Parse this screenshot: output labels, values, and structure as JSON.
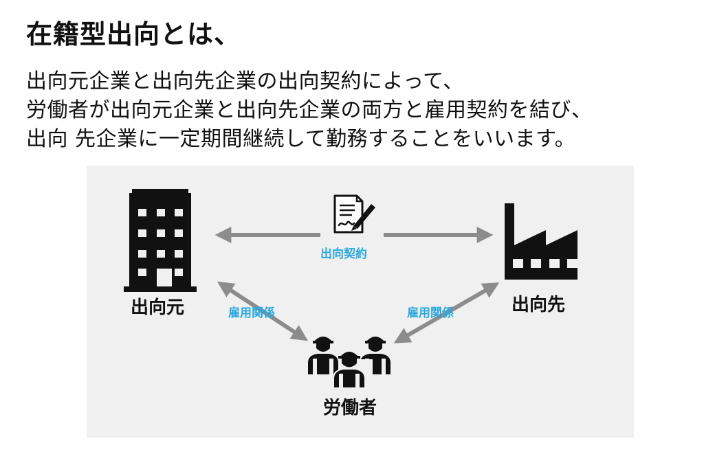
{
  "title": "在籍型出向とは、",
  "description": [
    "出向元企業と出向先企業の出向契約によって、",
    "労働者が出向元企業と出向先企業の両方と雇用契約を結び、",
    "出向 先企業に一定期間継続して勤務することをいいます。"
  ],
  "diagram": {
    "source_label": "出向元",
    "destination_label": "出向先",
    "worker_label": "労働者",
    "contract_label": "出向契約",
    "employment_label_left": "雇用関係",
    "employment_label_right": "雇用関係",
    "colors": {
      "panel_background": "#f0f0f0",
      "arrow": "#8c8c8c",
      "accent_text": "#29a8e0",
      "icon": "#111111"
    },
    "icons": {
      "source": "office-building-icon",
      "destination": "factory-icon",
      "contract": "signed-contract-icon",
      "workers": "construction-workers-icon"
    }
  }
}
